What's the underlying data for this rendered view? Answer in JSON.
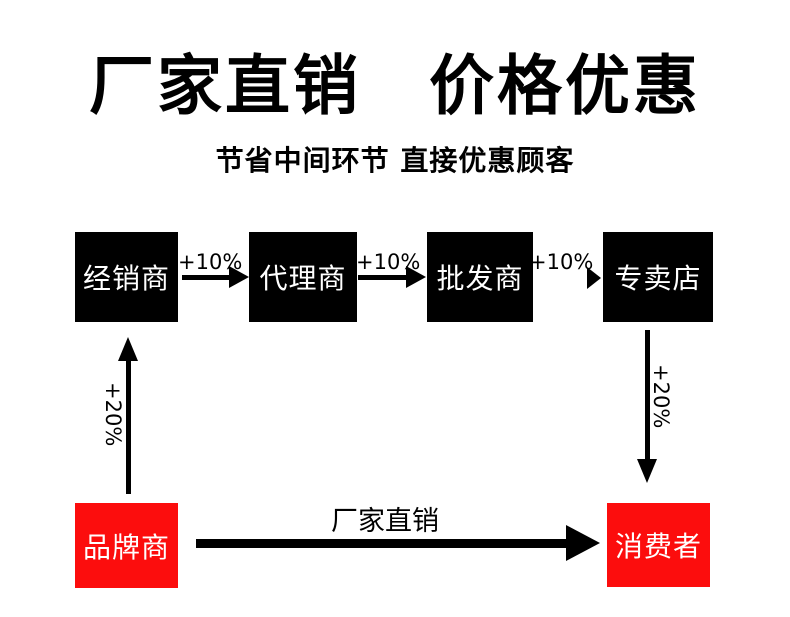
{
  "header": {
    "title": "厂家直销　价格优惠",
    "subtitle": "节省中间环节 直接优惠顾客"
  },
  "chain": {
    "nodes": [
      {
        "label": "经销商"
      },
      {
        "label": "代理商"
      },
      {
        "label": "批发商"
      },
      {
        "label": "专卖店"
      }
    ],
    "markups": [
      "+10%",
      "+10%",
      "+10%"
    ]
  },
  "direct": {
    "brand_label": "品牌商",
    "consumer_label": "消费者",
    "arrow_label": "厂家直销",
    "brand_markup": "+20%",
    "consumer_markup": "+20%"
  },
  "colors": {
    "background": "#ffffff",
    "node_black": "#000000",
    "node_red": "#fc0d0d",
    "node_text": "#ffffff",
    "text_black": "#000000"
  }
}
